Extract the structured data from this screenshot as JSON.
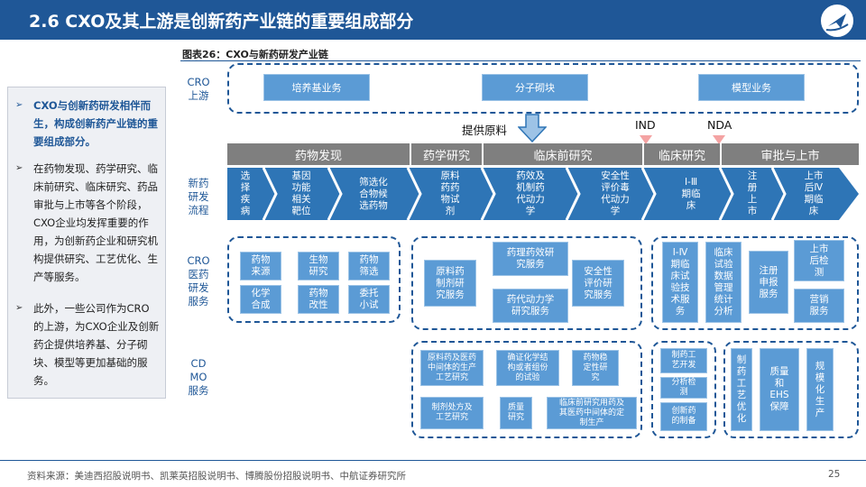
{
  "header": {
    "title": "2.6 CXO及其上游是创新药产业链的重要组成部分"
  },
  "left_panel": {
    "bullets": [
      "CXO与创新药研发相伴而生，构成创新药产业链的重要组成部分。",
      "在药物发现、药学研究、临床前研究、临床研究、药品审批与上市等各个阶段，CXO企业均发挥重要的作用，为创新药企业和研究机构提供研究、工艺优化、生产等服务。",
      "此外，一些公司作为CRO的上游，为CXO企业及创新药企提供培养基、分子砌块、模型等更加基础的服务。"
    ]
  },
  "figure": {
    "title": "图表26：CXO与新药研发产业链",
    "row_labels": {
      "upstream": "CRO\n上游",
      "flow": "新药\n研发\n流程",
      "cro": "CRO\n医药\n研发\n服务",
      "cdmo": "CD\nMO\n服务"
    },
    "upstream_items": [
      "培养基业务",
      "分子砌块",
      "模型业务"
    ],
    "supply_label": "提供原料",
    "milestones": [
      "IND",
      "NDA"
    ],
    "stages": [
      "药物发现",
      "药学研究",
      "临床前研究",
      "临床研究",
      "审批与上市"
    ],
    "flow_steps": [
      "选\n择\n疾\n病",
      "基因\n功能\n相关\n靶位",
      "筛选化\n合物候\n选药物",
      "原料\n药药\n物试\n剂",
      "药效及\n机制药\n代动力\n学",
      "安全性\n评价毒\n代动力\n学",
      "Ⅰ-Ⅲ\n期临\n床",
      "注\n册\n上\n市",
      "上市\n后Ⅳ\n期临\n床"
    ],
    "cro_group1": [
      "药物\n来源",
      "生物\n研究",
      "药物\n筛选",
      "化学\n合成",
      "药物\n改性",
      "委托\n小试"
    ],
    "cro_group2": [
      "药理药效研\n究服务",
      "原料药\n制剂研\n究服务",
      "安全性\n评价研\n究服务",
      "药代动力学\n研究服务"
    ],
    "cro_group3": [
      "Ⅰ-Ⅳ\n期临\n床试\n验技\n术服\n务",
      "临床\n试验\n数据\n管理\n统计\n分析",
      "注册\n申报\n服务",
      "上市\n后检\n测",
      "营销\n服务"
    ],
    "cdmo_group1": [
      "原料药及医药\n中间体的生产\n工艺研究",
      "确证化学结\n构或者组份\n的试验",
      "药物稳\n定性研\n究",
      "制剂处方及\n工艺研究",
      "质量\n研究",
      "临床前研究用药及\n其医药中间体的定\n制生产"
    ],
    "cdmo_group2": [
      "制药工\n艺开发",
      "分析检\n测",
      "创新药\n的制备"
    ],
    "cdmo_group3": [
      "制\n药\n工\n艺\n优\n化",
      "质量\n和\nEHS\n保障",
      "规\n模\n化\n生\n产"
    ]
  },
  "footer": {
    "source": "资料来源：美迪西招股说明书、凯莱英招股说明书、博腾股份招股说明书、中航证券研究所",
    "page": "25"
  },
  "colors": {
    "brand": "#1f5797",
    "box": "#5b9bd5",
    "stage": "#7f7f7f",
    "chevron": "#2e75b6"
  }
}
